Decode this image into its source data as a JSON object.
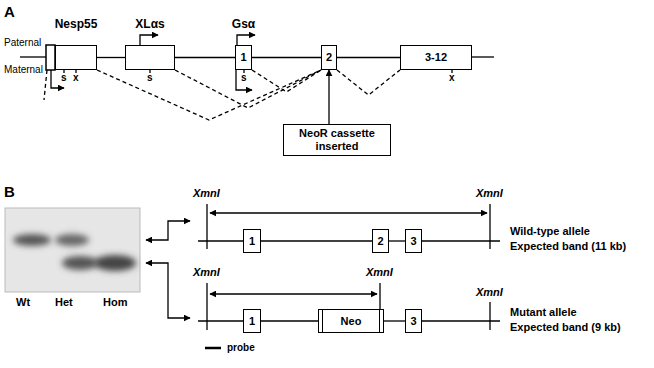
{
  "diagram": {
    "nodes": [
      {
        "text": [
          "Nesp55"
        ]
      },
      {
        "text": [
          "XLαs"
        ]
      },
      {
        "text": [
          "Gsα",
          "1"
        ]
      },
      {
        "text": [
          "2"
        ]
      },
      {
        "text": [
          "3-12"
        ]
      },
      {
        "text": [
          "NeoR cassette inserted"
        ]
      },
      {
        "text": [
          "1"
        ]
      },
      {
        "text": [
          "2"
        ]
      },
      {
        "text": [
          "3"
        ]
      },
      {
        "text": [
          "1"
        ]
      },
      {
        "text": [
          "Neo"
        ]
      },
      {
        "text": [
          "3"
        ]
      }
    ],
    "edges": [
      {
        "from": 0,
        "to": 1,
        "arrow": "none"
      },
      {
        "from": 1,
        "to": 2,
        "arrow": "none"
      },
      {
        "from": 2,
        "to": 3,
        "arrow": "none"
      },
      {
        "from": 3,
        "to": 4,
        "arrow": "none"
      },
      {
        "from": 0,
        "to": 3,
        "arrow": "none"
      },
      {
        "from": 1,
        "to": 3,
        "arrow": "none"
      },
      {
        "from": 2,
        "to": 3,
        "arrow": "none"
      },
      {
        "from": 3,
        "to": 4,
        "arrow": "none"
      },
      {
        "from": 5,
        "to": 3,
        "arrow": "to"
      },
      {
        "from": 6,
        "to": 7,
        "arrow": "none"
      },
      {
        "from": 7,
        "to": 8,
        "arrow": "none"
      },
      {
        "from": 9,
        "to": 10,
        "arrow": "none"
      },
      {
        "from": 10,
        "to": 11,
        "arrow": "none"
      }
    ],
    "labels": [
      "A",
      "Paternal",
      "Maternal",
      "s",
      "x",
      "s",
      "s",
      "x",
      "B",
      "Wt",
      "Het",
      "Hom",
      "XmnI",
      "XmnI",
      "Wild-type allele",
      "Expected band (11 kb)",
      "XmnI",
      "XmnI",
      "XmnI",
      "Mutant allele",
      "Expected band (9 kb)",
      "probe"
    ]
  }
}
